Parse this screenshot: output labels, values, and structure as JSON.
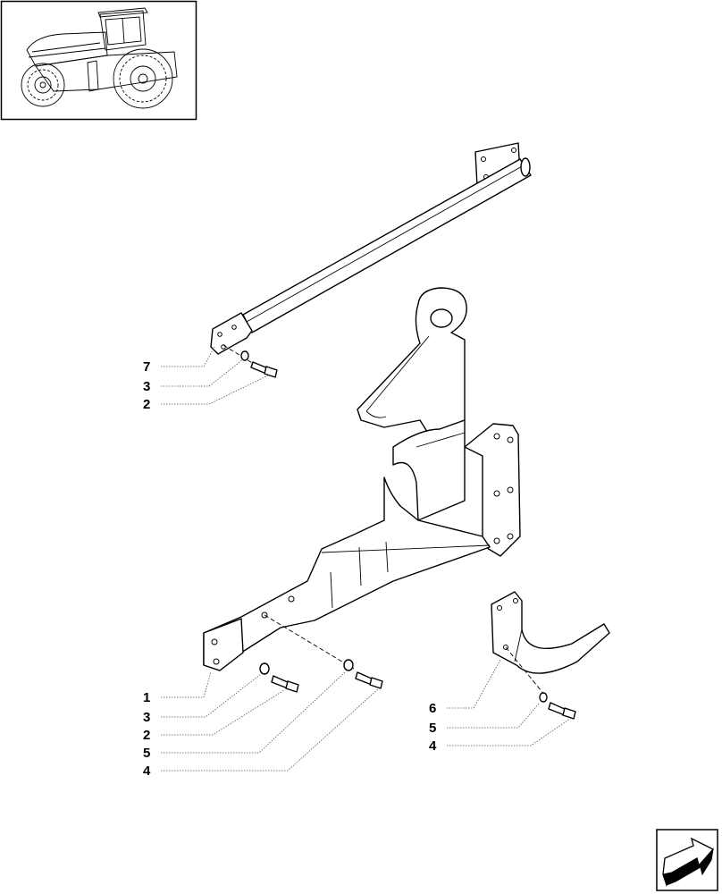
{
  "callouts": {
    "upper": [
      "7",
      "3",
      "2"
    ],
    "lower_left": [
      "1",
      "3",
      "2",
      "5",
      "4"
    ],
    "lower_right": [
      "6",
      "5",
      "4"
    ]
  },
  "icons": {
    "thumbnail": "tractor-thumbnail-icon",
    "nav": "next-page-arrow-icon"
  }
}
